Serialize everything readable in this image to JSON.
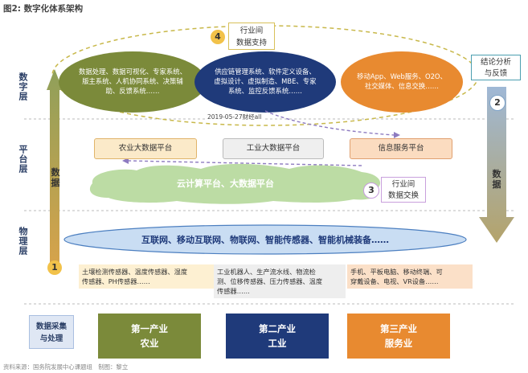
{
  "title": "图2: 数字化体系架构",
  "layers": {
    "digital": "数字层",
    "platform": "平台层",
    "physical": "物理层"
  },
  "top_box": {
    "number": "4",
    "text": [
      "行业间",
      "数据支持"
    ]
  },
  "right_top_box": [
    "结论分析",
    "与反馈"
  ],
  "ellipses": {
    "left": [
      "数据处理、数据可视化、专家系统、",
      "版主系统、人机协同系统、决策辅",
      "助、反馈系统……"
    ],
    "middle": [
      "供应链管理系统、软件定义设备、",
      "虚拟设计、虚拟制造、MBE、专家",
      "系统、监控反馈系统……"
    ],
    "right": [
      "移动App、Web服务、O2O、",
      "社交媒体、信息交换……"
    ]
  },
  "timestamp": "2019-05-27财经all",
  "platforms": [
    "农业大数据平台",
    "工业大数据平台",
    "信息服务平台"
  ],
  "cloud": {
    "text": "云计算平台、大数据平台",
    "number": "3",
    "label": [
      "行业间",
      "数据交换"
    ]
  },
  "iot_band": "互联网、移动互联网、物联网、智能传感器、智能机械装备……",
  "sensors": {
    "left": [
      "土壤检测传感器、温度传感器、湿度",
      "传感器、PH传感器……"
    ],
    "middle": [
      "工业机器人、生产流水线、物流检",
      "测、位移传感器、压力传感器、温度",
      "传感器……"
    ],
    "right": [
      "手机、平板电脑、移动终端、可",
      "穿戴设备、电视、VR设备……"
    ]
  },
  "arrows": {
    "left_label": "数据",
    "left_number": "1",
    "right_label": "数据",
    "right_number": "2"
  },
  "collect_box": [
    "数据采集",
    "与处理"
  ],
  "industries": [
    {
      "name": "第一产业",
      "sub": "农业"
    },
    {
      "name": "第二产业",
      "sub": "工业"
    },
    {
      "name": "第三产业",
      "sub": "服务业"
    }
  ],
  "footer": "资料来源：国务院发展中心课题组　制图：黎立",
  "colors": {
    "olive": "#7b8a3a",
    "navy": "#1f3a7a",
    "orange": "#e88a30",
    "blue_band": "#c9ddf3",
    "cloud": "#b5d89a",
    "gold": "#f2c24a"
  }
}
